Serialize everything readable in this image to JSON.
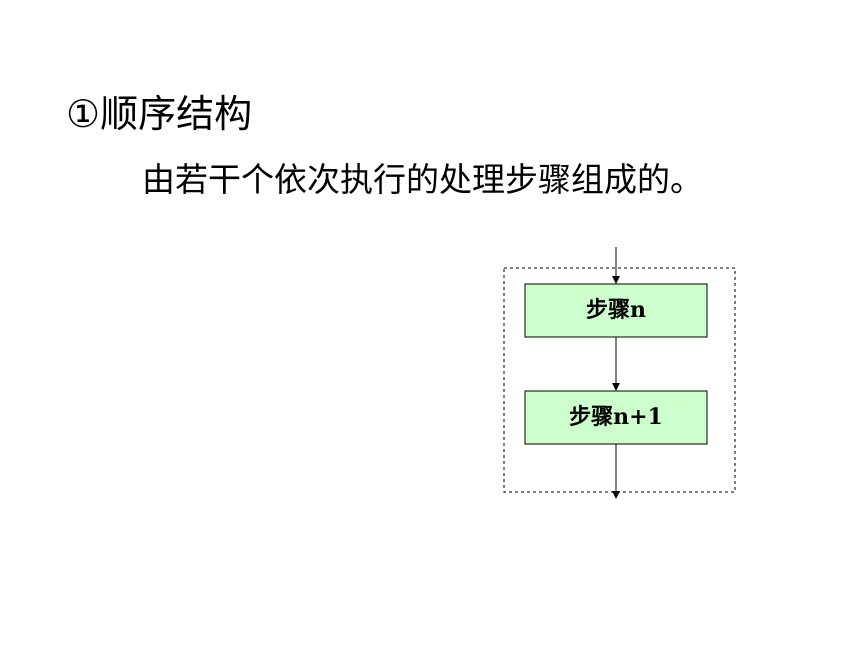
{
  "heading": "①顺序结构",
  "description": "由若干个依次执行的处理步骤组成的。",
  "diagram": {
    "steps": [
      {
        "label": "步骤n"
      },
      {
        "label": "步骤n+1"
      }
    ],
    "colors": {
      "box_fill": "#ccffcc",
      "box_stroke": "#000000",
      "dashed_border": "#000000",
      "arrow": "#000000"
    }
  }
}
